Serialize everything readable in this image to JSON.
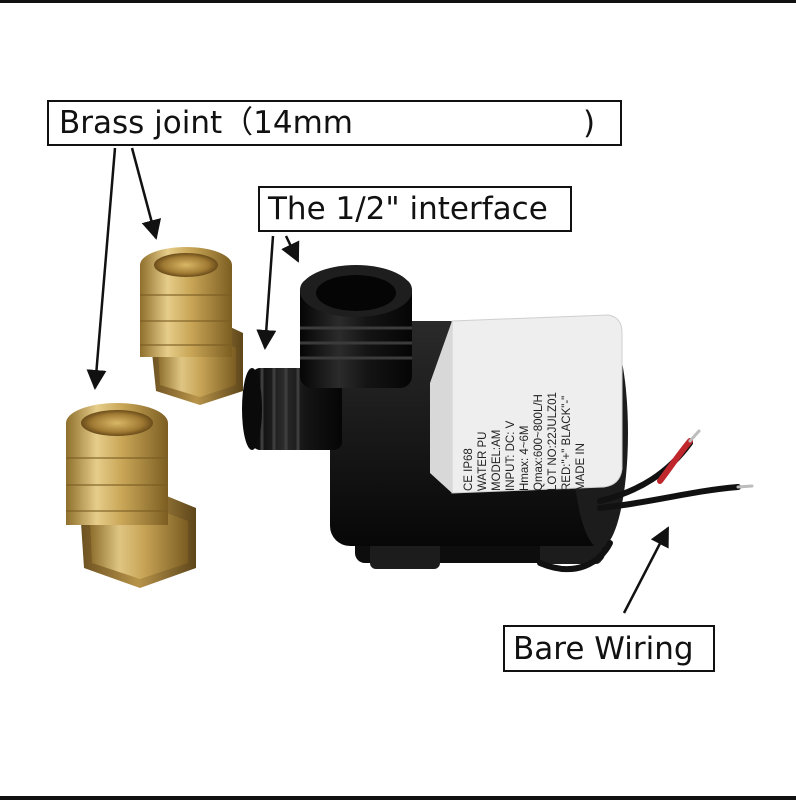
{
  "callouts": {
    "brass_joint": {
      "prefix": "Brass joint（14mm",
      "suffix": ")"
    },
    "interface": "The 1/2\" interface",
    "bare_wiring": "Bare Wiring"
  },
  "label_sticker": {
    "ce_ip": "CE IP68",
    "title": "WATER PU",
    "model": "MODEL:AM",
    "input": "INPUT: DC:  V",
    "hmax": "Hmax: 4~6M",
    "qmax": "Qmax:600~800L/H",
    "lot": "LOT NO:22JULZ01",
    "wires": "RED:\"+\"  BLACK\"-\"",
    "made_in": "MADE IN"
  },
  "colors": {
    "brass": "#c8a65a",
    "pump_body": "#1a1a1a",
    "wire_red": "#c0272d",
    "wire_black": "#111111"
  }
}
